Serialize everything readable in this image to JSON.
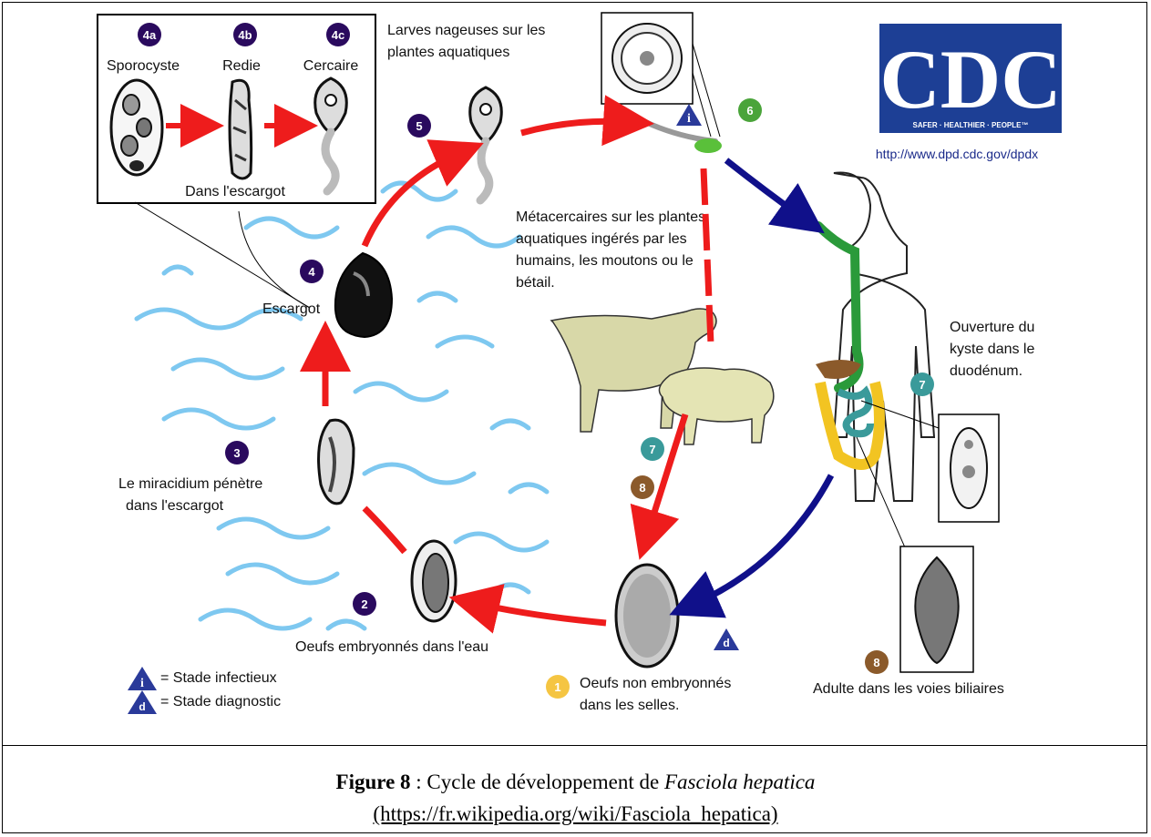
{
  "stages": {
    "s4a": {
      "num": "4a",
      "label": "Sporocyste"
    },
    "s4b": {
      "num": "4b",
      "label": "Redie"
    },
    "s4c": {
      "num": "4c",
      "label": "Cercaire"
    },
    "s1": {
      "num": "1",
      "line1": "Oeufs non embryonnés",
      "line2": "dans les selles."
    },
    "s2": {
      "num": "2",
      "label": "Oeufs embryonnés dans l'eau"
    },
    "s3": {
      "num": "3",
      "line1": "Le miracidium pénètre",
      "line2": "dans l'escargot"
    },
    "s4": {
      "num": "4",
      "label": "Escargot"
    },
    "s5": {
      "num": "5",
      "line1": "Larves nageuses sur les",
      "line2": "plantes aquatiques"
    },
    "s6": {
      "num": "6",
      "line1": "Métacercaires sur les plantes",
      "line2": "aquatiques ingérés par les",
      "line3": "humains, les moutons ou le",
      "line4": "bétail."
    },
    "s7": {
      "num": "7",
      "line1": "Ouverture du",
      "line2": "kyste dans le",
      "line3": "duodénum."
    },
    "s8": {
      "num": "8",
      "label": "Adulte dans les voies biliaires"
    },
    "in_snail": "Dans l'escargot"
  },
  "legend": {
    "infective_symbol": "i",
    "infective_label": "= Stade infectieux",
    "diagnostic_symbol": "d",
    "diagnostic_label": "= Stade diagnostic"
  },
  "logo": {
    "text": "CDC",
    "tagline": "SAFER · HEALTHIER · PEOPLE™",
    "url": "http://www.dpd.cdc.gov/dpdx"
  },
  "caption": {
    "figure_label": "Figure 8",
    "separator": " : Cycle de développement de ",
    "species": "Fasciola hepatica",
    "source": "(https://fr.wikipedia.org/wiki/Fasciola_hepatica)"
  },
  "colors": {
    "purple": "#2a0a5e",
    "green": "#4aa43a",
    "teal": "#3a9a9a",
    "brown": "#8b5a2b",
    "yellow": "#f5c542",
    "red_arrow": "#ee1c1c",
    "blue_arrow": "#10108a",
    "water": "#7ec8f0",
    "cdc_blue": "#1d3f95"
  }
}
